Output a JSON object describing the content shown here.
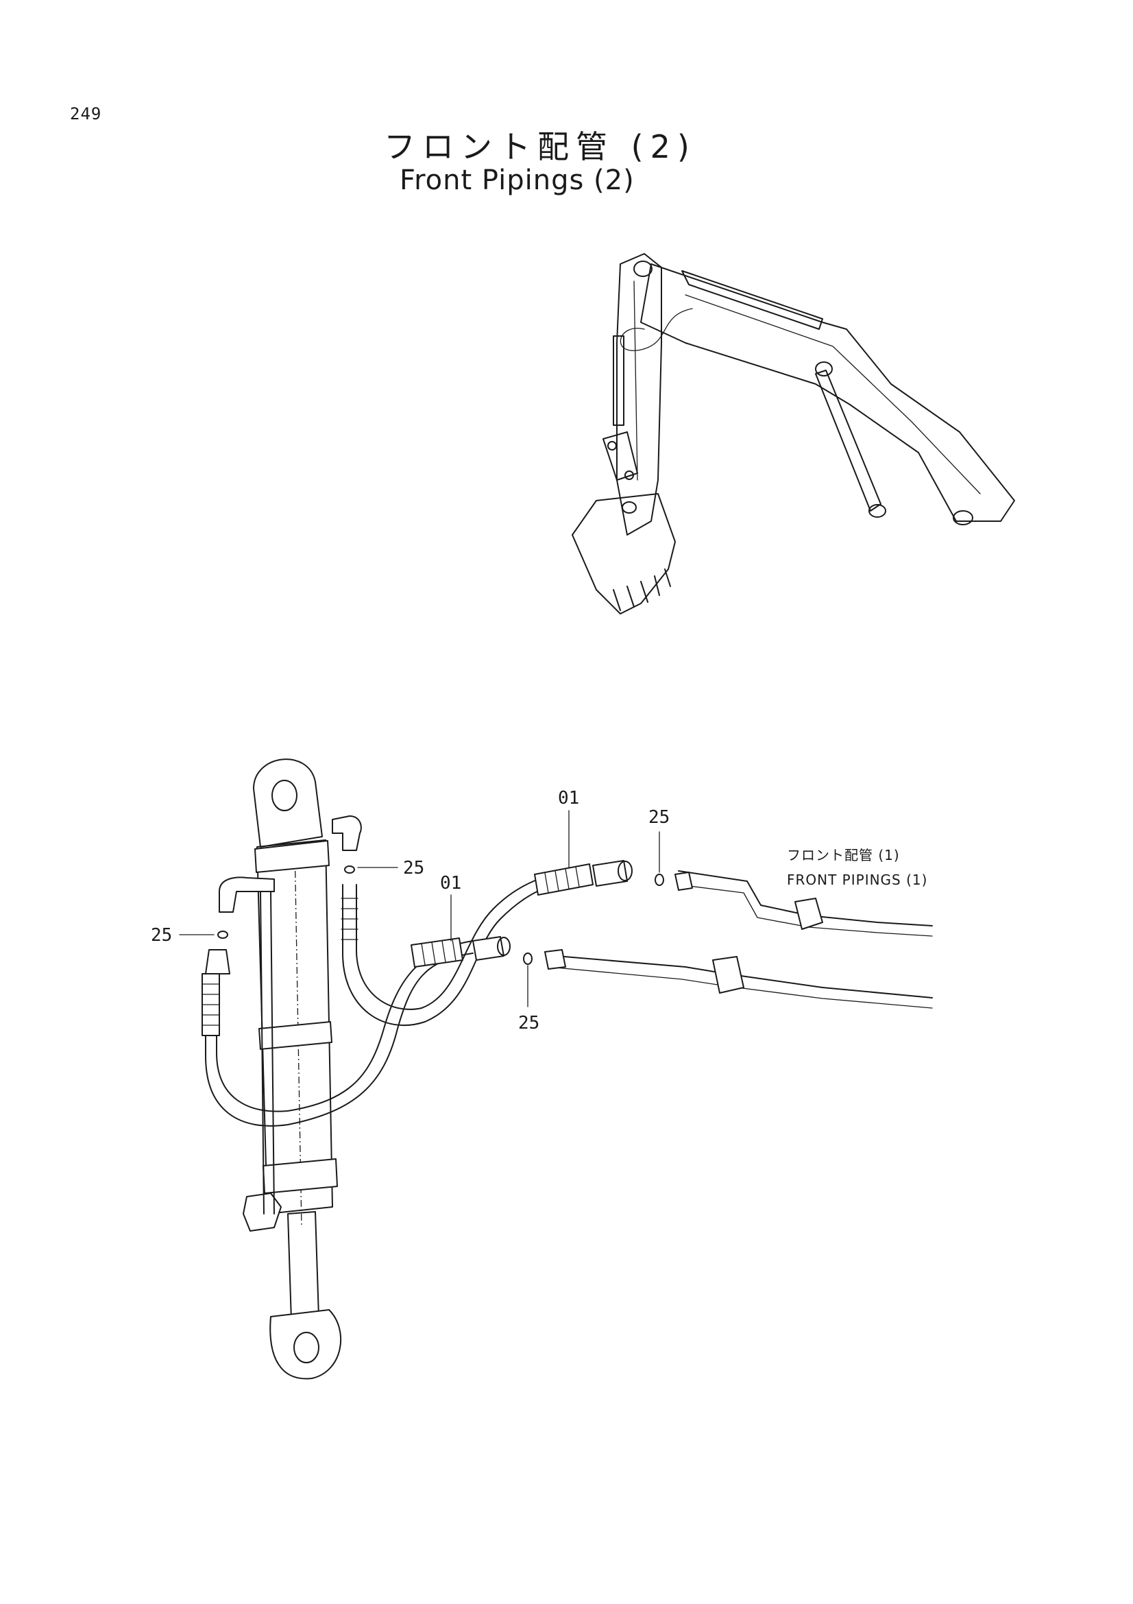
{
  "header": {
    "page_number": "249",
    "title_jp": "フロント配管 (2)",
    "title_en": "Front Pipings (2)"
  },
  "overview": {
    "subject": "excavator-front-attachment"
  },
  "callouts": [
    {
      "id": "c1",
      "label": "01"
    },
    {
      "id": "c2",
      "label": "01"
    },
    {
      "id": "c3",
      "label": "25"
    },
    {
      "id": "c4",
      "label": "25"
    },
    {
      "id": "c5",
      "label": "25"
    },
    {
      "id": "c6",
      "label": "25"
    }
  ],
  "reference": {
    "line1": "フロント配管 (1)",
    "line2": "FRONT PIPINGS (1)"
  },
  "colors": {
    "ink": "#1a1a1a",
    "paper": "#ffffff"
  }
}
